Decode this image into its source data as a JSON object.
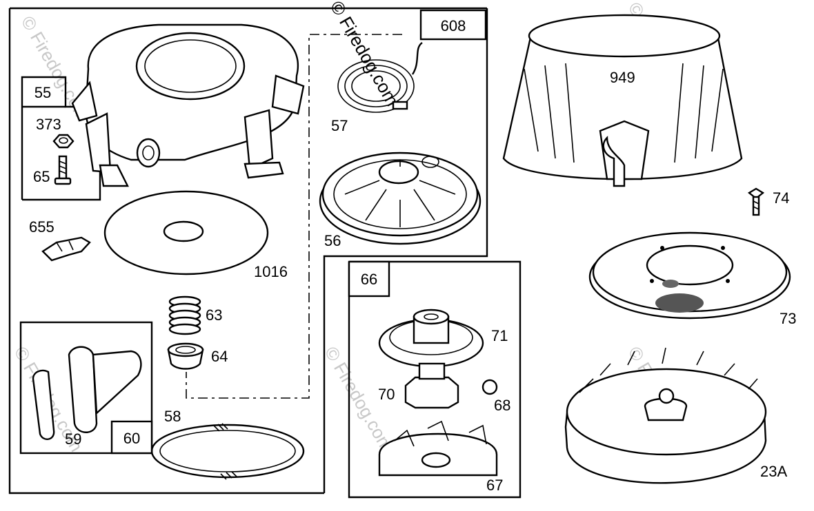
{
  "watermark": {
    "main": "© Firedog.com",
    "faint": "© Firedog.com"
  },
  "boxes": {
    "b608": "608",
    "b55": "55",
    "b66": "66",
    "b60": "60"
  },
  "labels": {
    "p373": "373",
    "p65": "65",
    "p655": "655",
    "p1016": "1016",
    "p63": "63",
    "p64": "64",
    "p58": "58",
    "p59": "59",
    "p57": "57",
    "p56": "56",
    "p71": "71",
    "p70": "70",
    "p68": "68",
    "p67": "67",
    "p949": "949",
    "p74": "74",
    "p73": "73",
    "p23a": "23A"
  }
}
